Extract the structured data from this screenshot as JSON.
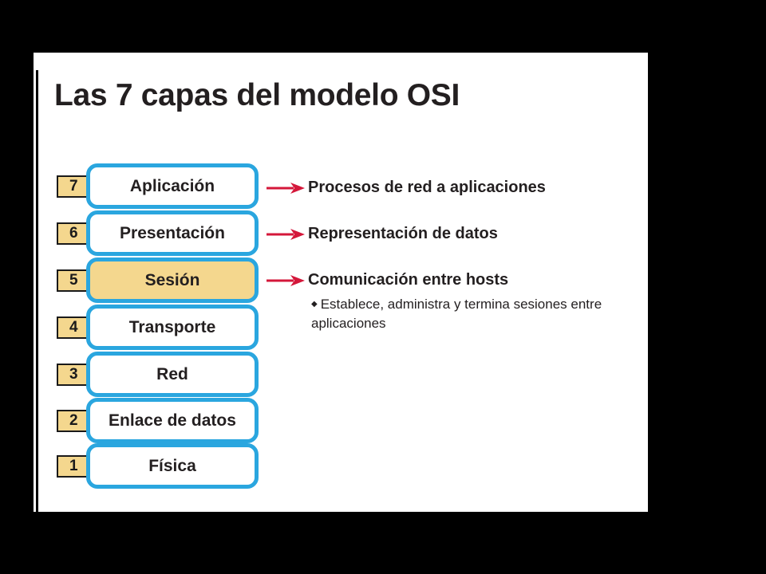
{
  "title": "Las 7 capas del modelo OSI",
  "layers": [
    {
      "number": "7",
      "name": "Aplicación"
    },
    {
      "number": "6",
      "name": "Presentación"
    },
    {
      "number": "5",
      "name": "Sesión"
    },
    {
      "number": "4",
      "name": "Transporte"
    },
    {
      "number": "3",
      "name": "Red"
    },
    {
      "number": "2",
      "name": "Enlace de datos"
    },
    {
      "number": "1",
      "name": "Física"
    }
  ],
  "descriptions": {
    "layer7": "Procesos de red a aplicaciones",
    "layer6": "Representación de datos",
    "layer5": "Comunicación entre hosts",
    "layer5_bullet": "Establece, administra y termina sesiones entre aplicaciones"
  },
  "colors": {
    "border_blue": "#2aa6df",
    "highlight_yellow": "#f4d78e",
    "arrow_red": "#d4173a"
  }
}
